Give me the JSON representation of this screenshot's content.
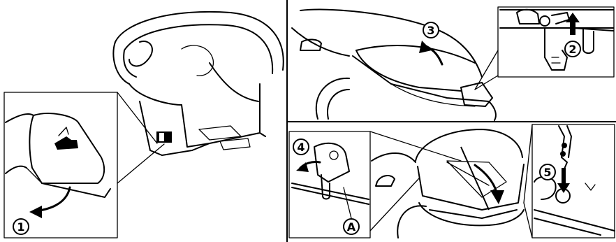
{
  "callouts": {
    "step1": "1",
    "step2": "2",
    "step3": "3",
    "step4": "4",
    "step5": "5",
    "part_a": "A"
  },
  "icons": [
    "hood-release-lever-icon",
    "hood-icon",
    "safety-latch-icon",
    "support-rod-icon",
    "arrow-icon"
  ],
  "colors": {
    "line": "#000000",
    "background": "#ffffff"
  }
}
